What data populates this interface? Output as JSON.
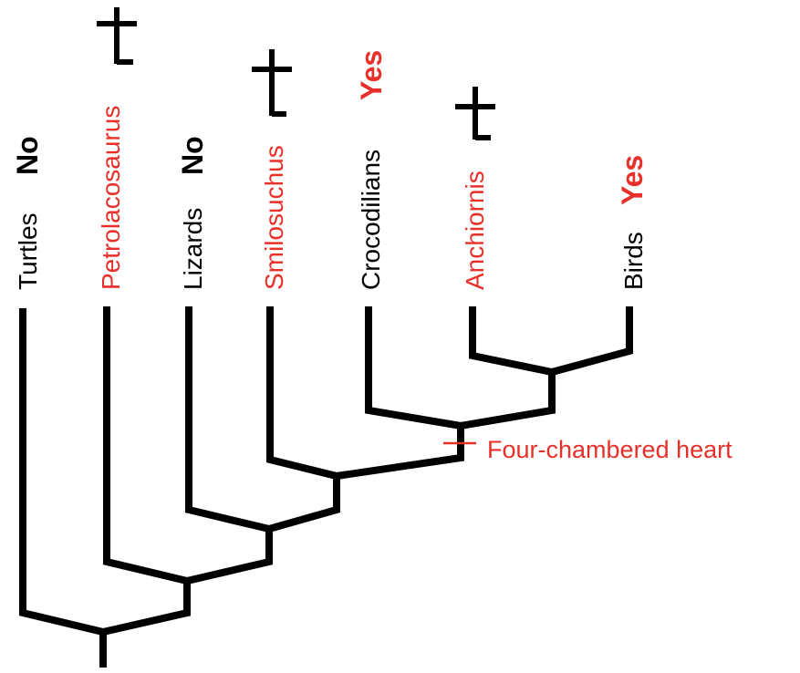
{
  "colors": {
    "ink": "#000000",
    "extinct": "#e8302a"
  },
  "taxa": [
    {
      "name": "Turtles",
      "extinct": false,
      "answer": "No"
    },
    {
      "name": "Petrolacosaurus",
      "extinct": true,
      "answer": ""
    },
    {
      "name": "Lizards",
      "extinct": false,
      "answer": "No"
    },
    {
      "name": "Smilosuchus",
      "extinct": true,
      "answer": ""
    },
    {
      "name": "Crocodilians",
      "extinct": false,
      "answer": "Yes"
    },
    {
      "name": "Anchiornis",
      "extinct": true,
      "answer": ""
    },
    {
      "name": "Birds",
      "extinct": false,
      "answer": "Yes"
    }
  ],
  "extinct_marker": "dagger-icon",
  "trait": {
    "label": "Four-chambered heart"
  }
}
